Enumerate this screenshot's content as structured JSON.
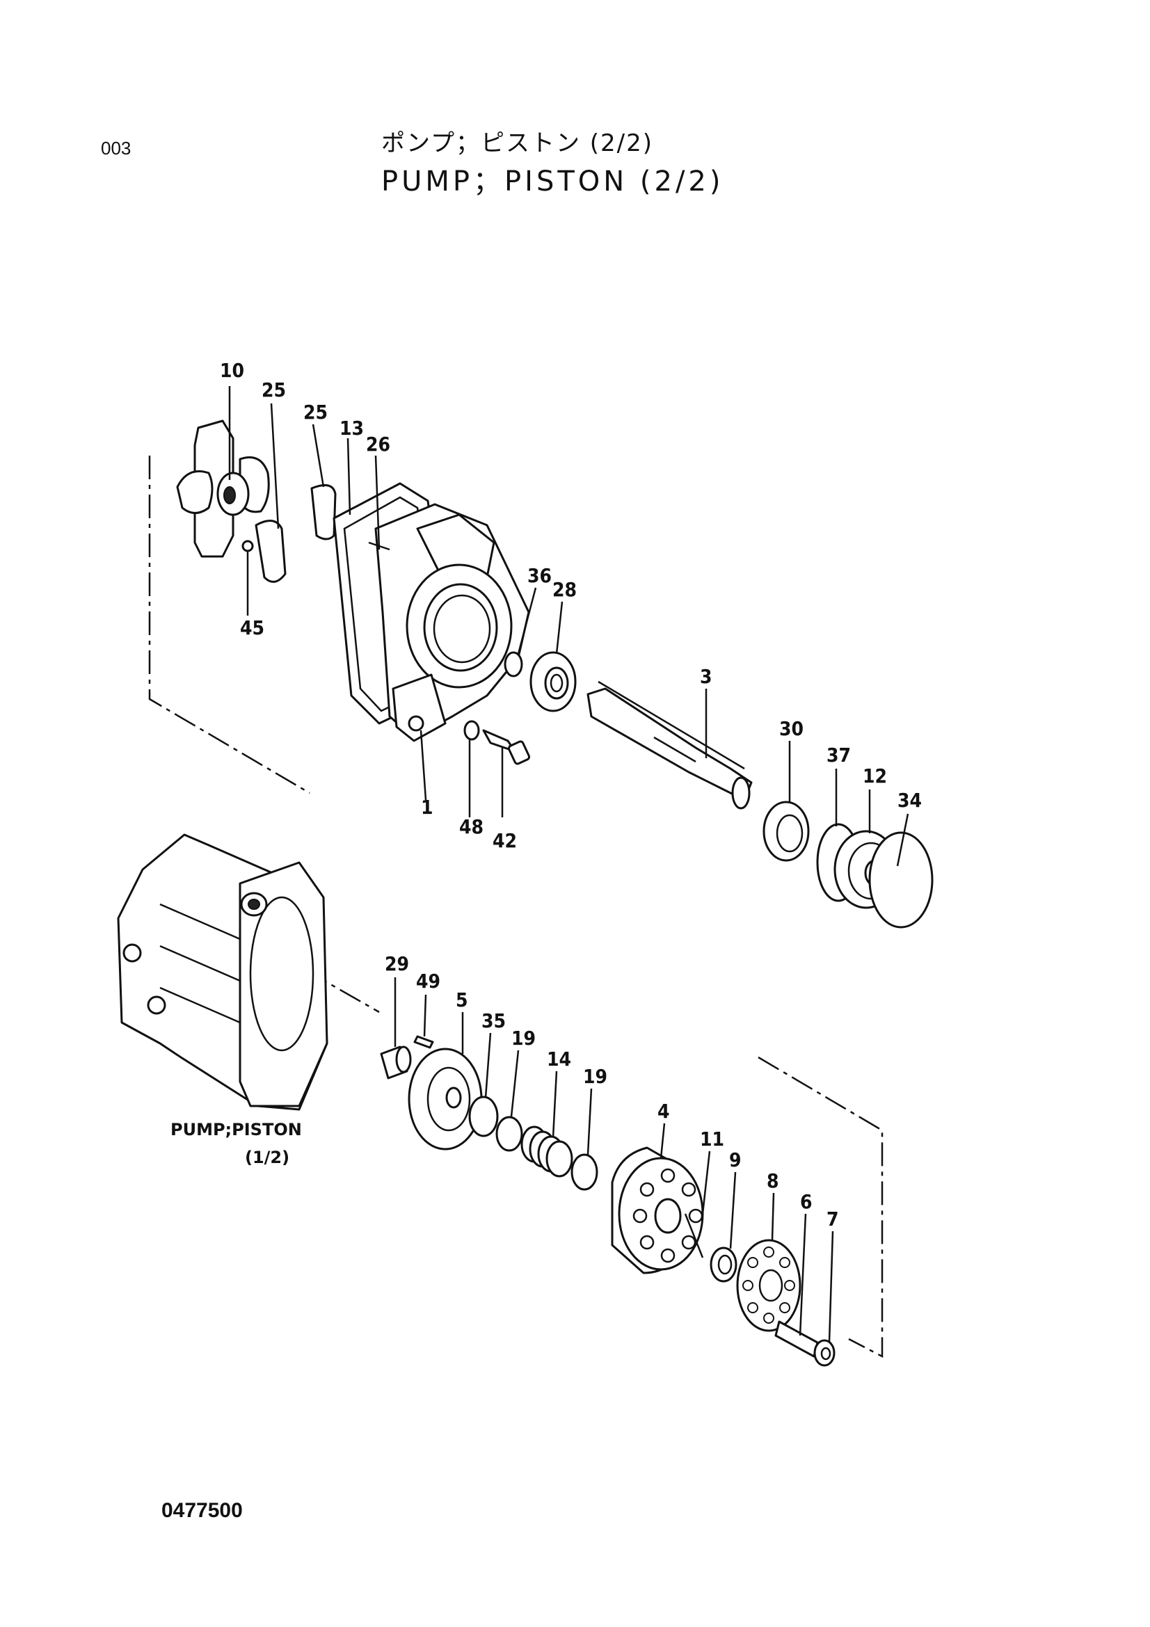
{
  "header": {
    "page_number": "003",
    "title_jp": "ポンプ；ピストン (2/2)",
    "title_en": "PUMP；PISTON (2/2)"
  },
  "diagram": {
    "part_labels": [
      "10",
      "25",
      "25",
      "13",
      "26",
      "45",
      "36",
      "28",
      "3",
      "1",
      "48",
      "42",
      "30",
      "37",
      "12",
      "34",
      "29",
      "49",
      "5",
      "35",
      "19",
      "14",
      "19",
      "4",
      "11",
      "9",
      "8",
      "6",
      "7"
    ],
    "sub_assembly_label_line1": "PUMP;PISTON",
    "sub_assembly_label_line2": "(1/2)"
  },
  "footer": {
    "drawing_number": "0477500"
  }
}
